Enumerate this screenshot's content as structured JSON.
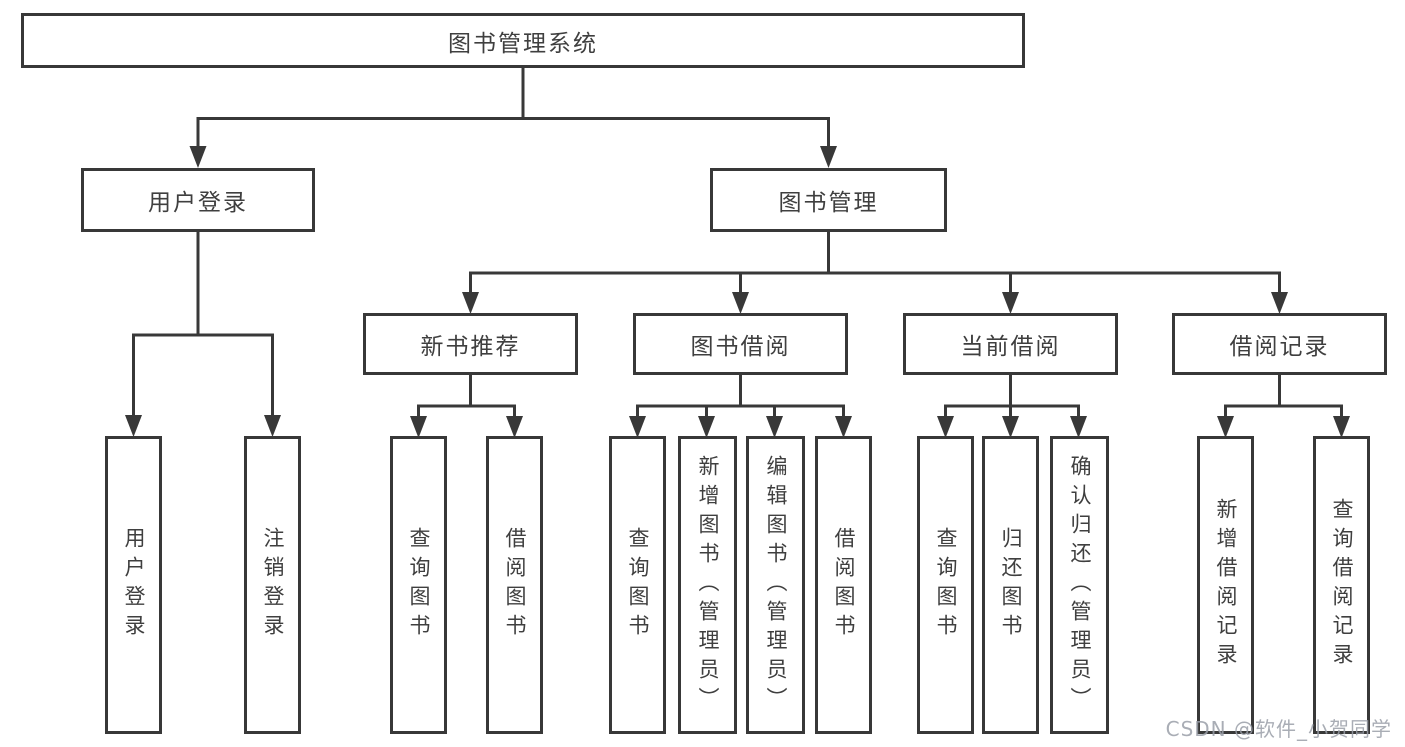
{
  "diagram": {
    "root": {
      "label": "图书管理系统"
    },
    "branches": [
      {
        "label": "用户登录",
        "children": [
          {
            "label": "用户登录"
          },
          {
            "label": "注销登录"
          }
        ]
      },
      {
        "label": "图书管理",
        "children": [
          {
            "label": "新书推荐",
            "children": [
              {
                "label": "查询图书"
              },
              {
                "label": "借阅图书"
              }
            ]
          },
          {
            "label": "图书借阅",
            "children": [
              {
                "label": "查询图书"
              },
              {
                "label": "新增图书（管理员）"
              },
              {
                "label": "编辑图书（管理员）"
              },
              {
                "label": "借阅图书"
              }
            ]
          },
          {
            "label": "当前借阅",
            "children": [
              {
                "label": "查询图书"
              },
              {
                "label": "归还图书"
              },
              {
                "label": "确认归还（管理员）"
              }
            ]
          },
          {
            "label": "借阅记录",
            "children": [
              {
                "label": "新增借阅记录"
              },
              {
                "label": "查询借阅记录"
              }
            ]
          }
        ]
      }
    ]
  },
  "watermark": {
    "text": "CSDN @软件_小贺同学"
  },
  "colors": {
    "line": "#383838",
    "box_border": "#383838",
    "text": "#3f3f3f",
    "background": "#ffffff",
    "watermark": "#9a9fa8"
  }
}
